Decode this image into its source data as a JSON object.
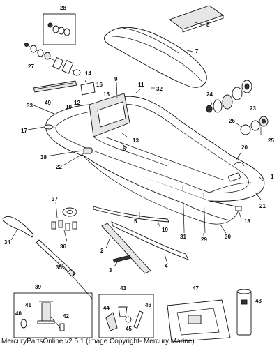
{
  "callouts": [
    {
      "id": "c1",
      "label": "1"
    },
    {
      "id": "c2",
      "label": "2"
    },
    {
      "id": "c3",
      "label": "3"
    },
    {
      "id": "c4",
      "label": "4"
    },
    {
      "id": "c5",
      "label": "5"
    },
    {
      "id": "c6",
      "label": "6"
    },
    {
      "id": "c7",
      "label": "7"
    },
    {
      "id": "c8",
      "label": "8"
    },
    {
      "id": "c9",
      "label": "9"
    },
    {
      "id": "c10",
      "label": "10"
    },
    {
      "id": "c11",
      "label": "11"
    },
    {
      "id": "c12",
      "label": "12"
    },
    {
      "id": "c13",
      "label": "13"
    },
    {
      "id": "c14",
      "label": "14"
    },
    {
      "id": "c15",
      "label": "15"
    },
    {
      "id": "c16",
      "label": "16"
    },
    {
      "id": "c17",
      "label": "17"
    },
    {
      "id": "c18",
      "label": "18"
    },
    {
      "id": "c19",
      "label": "19"
    },
    {
      "id": "c20",
      "label": "20"
    },
    {
      "id": "c21",
      "label": "21"
    },
    {
      "id": "c22",
      "label": "22"
    },
    {
      "id": "c23",
      "label": "23"
    },
    {
      "id": "c24",
      "label": "24"
    },
    {
      "id": "c25",
      "label": "25"
    },
    {
      "id": "c26",
      "label": "26"
    },
    {
      "id": "c27",
      "label": "27"
    },
    {
      "id": "c28",
      "label": "28"
    },
    {
      "id": "c29",
      "label": "29"
    },
    {
      "id": "c30",
      "label": "30"
    },
    {
      "id": "c31",
      "label": "31"
    },
    {
      "id": "c32",
      "label": "32"
    },
    {
      "id": "c33",
      "label": "33"
    },
    {
      "id": "c34",
      "label": "34"
    },
    {
      "id": "c35",
      "label": "35"
    },
    {
      "id": "c36",
      "label": "36"
    },
    {
      "id": "c37",
      "label": "37"
    },
    {
      "id": "c38",
      "label": "38"
    },
    {
      "id": "c39",
      "label": "39"
    },
    {
      "id": "c40",
      "label": "40"
    },
    {
      "id": "c41",
      "label": "41"
    },
    {
      "id": "c42",
      "label": "42"
    },
    {
      "id": "c43",
      "label": "43"
    },
    {
      "id": "c44",
      "label": "44"
    },
    {
      "id": "c45",
      "label": "45"
    },
    {
      "id": "c46",
      "label": "46"
    },
    {
      "id": "c47",
      "label": "47"
    },
    {
      "id": "c48",
      "label": "48"
    },
    {
      "id": "c49",
      "label": "49"
    }
  ],
  "footer": {
    "copyright": "MercuryPartsOnline v2.5.1 (Image Copyright- Mercury Marine)"
  },
  "colors": {
    "ink": "#111111",
    "background": "#ffffff"
  }
}
